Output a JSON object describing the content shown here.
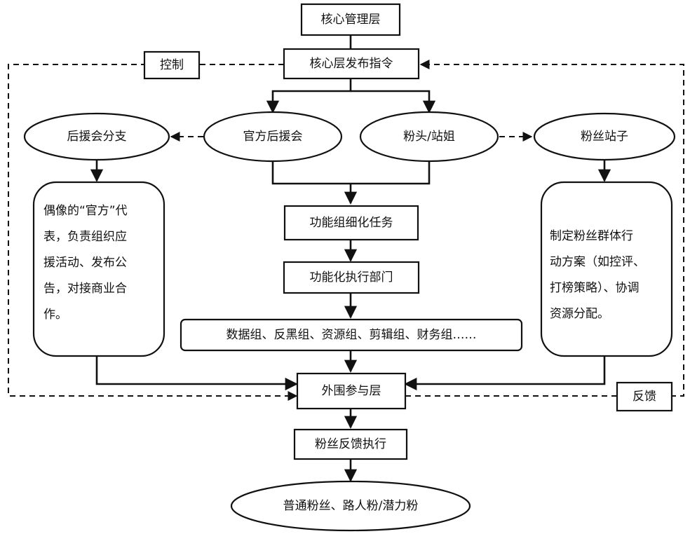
{
  "nodes": {
    "core_management": "核心管理层",
    "core_directive": "核心层发布指令",
    "control_label": "控制",
    "feedback_label": "反馈",
    "fan_branch": "后援会分支",
    "official_fanclub": "官方后援会",
    "fan_leader": "粉头/站姐",
    "fan_site": "粉丝站子",
    "task_refine": "功能组细化任务",
    "exec_dept": "功能化执行部门",
    "groups": "数据组、反黑组、资源组、剪辑组、财务组……",
    "peripheral": "外围参与层",
    "fan_feedback": "粉丝反馈执行",
    "ordinary_fans": "普通粉丝、路人粉/潜力粉"
  },
  "notes": {
    "left": [
      "偶像的“官方”代",
      "表，负责组织应",
      "援活动、发布公",
      "告，对接商业合",
      "作。"
    ],
    "right": [
      "制定粉丝群体行",
      "动方案（如控评、",
      "打榜策略）、协调",
      "资源分配。"
    ]
  }
}
